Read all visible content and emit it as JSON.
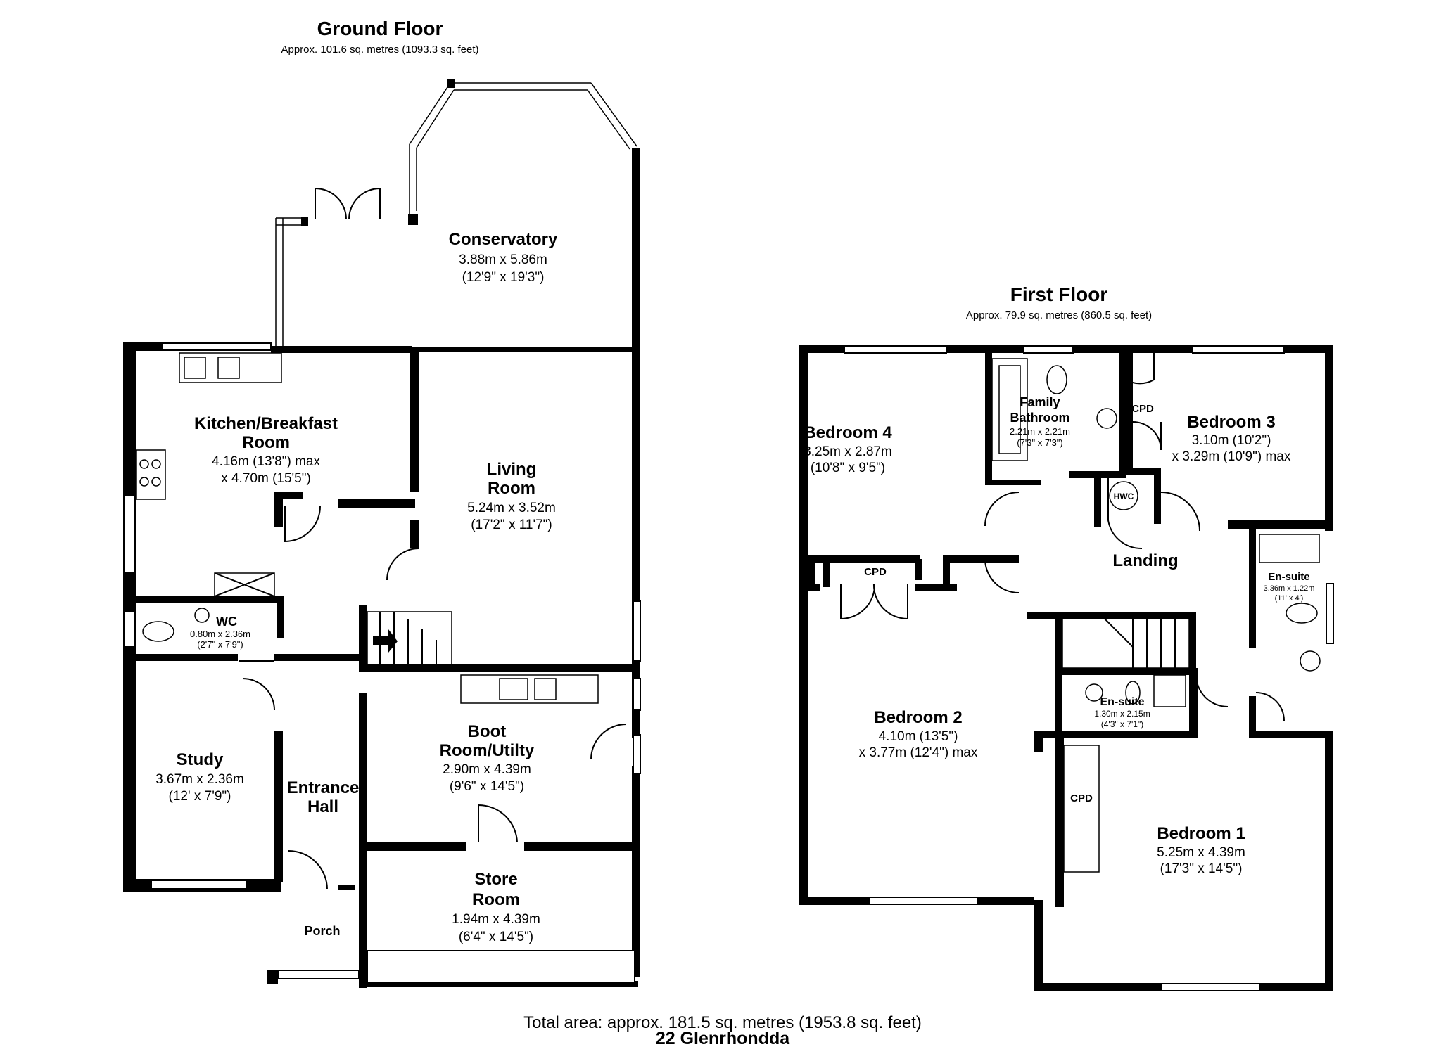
{
  "ground_floor": {
    "title": "Ground Floor",
    "area": "Approx. 101.6 sq. metres (1093.3 sq. feet)",
    "rooms": {
      "conservatory": {
        "name": "Conservatory",
        "dim1": "3.88m x 5.86m",
        "dim2": "(12'9\" x 19'3\")"
      },
      "kitchen": {
        "name1": "Kitchen/Breakfast",
        "name2": "Room",
        "dim1": "4.16m (13'8\") max",
        "dim2": "x 4.70m (15'5\")"
      },
      "living": {
        "name1": "Living",
        "name2": "Room",
        "dim1": "5.24m x 3.52m",
        "dim2": "(17'2\" x 11'7\")"
      },
      "wc": {
        "name": "WC",
        "dim1": "0.80m x 2.36m",
        "dim2": "(2'7\" x 7'9\")"
      },
      "study": {
        "name": "Study",
        "dim1": "3.67m x 2.36m",
        "dim2": "(12' x 7'9\")"
      },
      "entrance": {
        "name1": "Entrance",
        "name2": "Hall"
      },
      "boot": {
        "name1": "Boot",
        "name2": "Room/Utilty",
        "dim1": "2.90m x 4.39m",
        "dim2": "(9'6\" x 14'5\")"
      },
      "store": {
        "name1": "Store",
        "name2": "Room",
        "dim1": "1.94m x 4.39m",
        "dim2": "(6'4\" x 14'5\")"
      },
      "porch": {
        "name": "Porch"
      }
    }
  },
  "first_floor": {
    "title": "First Floor",
    "area": "Approx. 79.9 sq. metres (860.5 sq. feet)",
    "rooms": {
      "bedroom4": {
        "name": "Bedroom 4",
        "dim1": "3.25m x 2.87m",
        "dim2": "(10'8\" x 9'5\")"
      },
      "bathroom": {
        "name1": "Family",
        "name2": "Bathroom",
        "dim1": "2.21m x 2.21m",
        "dim2": "(7'3\" x 7'3\")"
      },
      "bedroom3": {
        "name": "Bedroom 3",
        "dim1": "3.10m (10'2\")",
        "dim2": "x 3.29m (10'9\") max"
      },
      "landing": {
        "name": "Landing"
      },
      "ensuite1": {
        "name": "En-suite",
        "dim1": "3.36m x 1.22m",
        "dim2": "(11' x 4')"
      },
      "bedroom2": {
        "name": "Bedroom 2",
        "dim1": "4.10m (13'5\")",
        "dim2": "x 3.77m (12'4\") max"
      },
      "ensuite2": {
        "name": "En-suite",
        "dim1": "1.30m x 2.15m",
        "dim2": "(4'3\" x 7'1\")"
      },
      "bedroom1": {
        "name": "Bedroom 1",
        "dim1": "5.25m x 4.39m",
        "dim2": "(17'3\" x 14'5\")"
      }
    },
    "labels": {
      "cpd": "CPD",
      "hwc": "HWC"
    }
  },
  "footer": {
    "total": "Total area: approx. 181.5 sq. metres (1953.8 sq. feet)",
    "address": "22 Glenrhondda"
  }
}
